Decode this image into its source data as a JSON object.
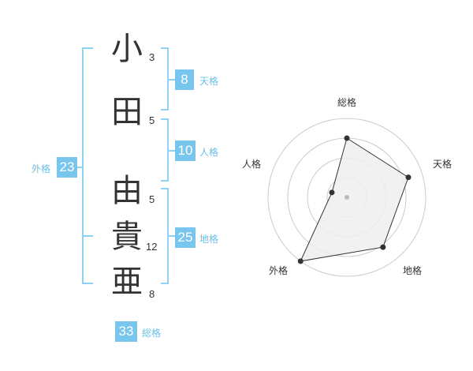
{
  "characters": [
    {
      "char": "小",
      "strokes": "3"
    },
    {
      "char": "田",
      "strokes": "5"
    },
    {
      "char": "由",
      "strokes": "5"
    },
    {
      "char": "貴",
      "strokes": "12"
    },
    {
      "char": "亜",
      "strokes": "8"
    }
  ],
  "fortunes": {
    "tenkaku": {
      "label": "天格",
      "value": "8"
    },
    "jinkaku": {
      "label": "人格",
      "value": "10"
    },
    "chikaku": {
      "label": "地格",
      "value": "25"
    },
    "gaikaku": {
      "label": "外格",
      "value": "23"
    },
    "soukaku": {
      "label": "総格",
      "value": "33"
    }
  },
  "chart_data": {
    "type": "radar",
    "axes": [
      "総格",
      "天格",
      "地格",
      "外格",
      "人格"
    ],
    "values": [
      0.75,
      0.82,
      0.78,
      1.0,
      0.2
    ],
    "max": 1,
    "rings": 4,
    "colors": {
      "fill": "#eeeeee",
      "line": "#333333",
      "grid": "#cccccc",
      "point": "#333333",
      "center": "#bbbbbb"
    }
  }
}
